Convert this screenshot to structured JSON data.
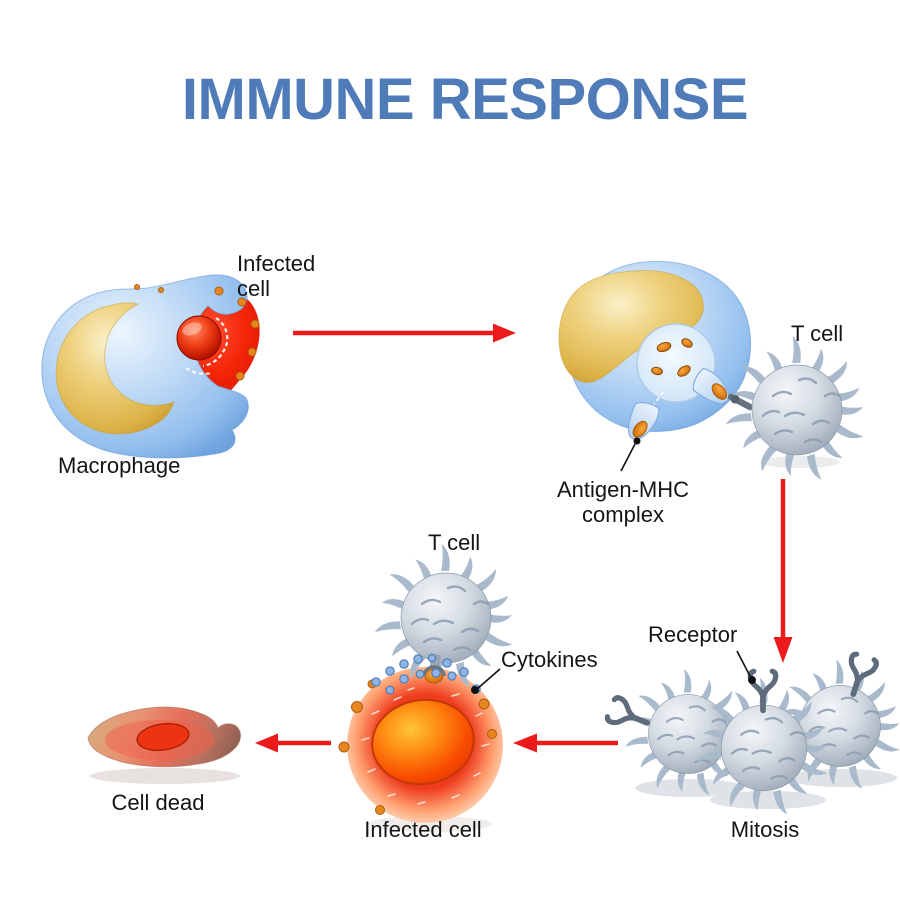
{
  "title": "IMMUNE RESPONSE",
  "colors": {
    "title_blue": "#4f7cb9",
    "arrow_red": "#ec1a1a",
    "label_black": "#151515",
    "macrophage_blue": "#a6cbf0",
    "nucleus_gold": "#e5bf55",
    "infected_red": "#f23318",
    "t_cell_gray": "#c3ccd6",
    "cytokine_blue": "#8fb4e4",
    "antigen_orange": "#dd7d17"
  },
  "labels": {
    "infected_cell_top": {
      "line1": "Infected",
      "line2": "cell"
    },
    "macrophage": "Macrophage",
    "t_cell_top": "T cell",
    "antigen_mhc": {
      "line1": "Antigen-MHC",
      "line2": "complex"
    },
    "receptor": "Receptor",
    "mitosis": "Mitosis",
    "t_cell_mid": "T cell",
    "cytokines": "Cytokines",
    "infected_cell_bottom": "Infected cell",
    "cell_dead": "Cell dead"
  }
}
